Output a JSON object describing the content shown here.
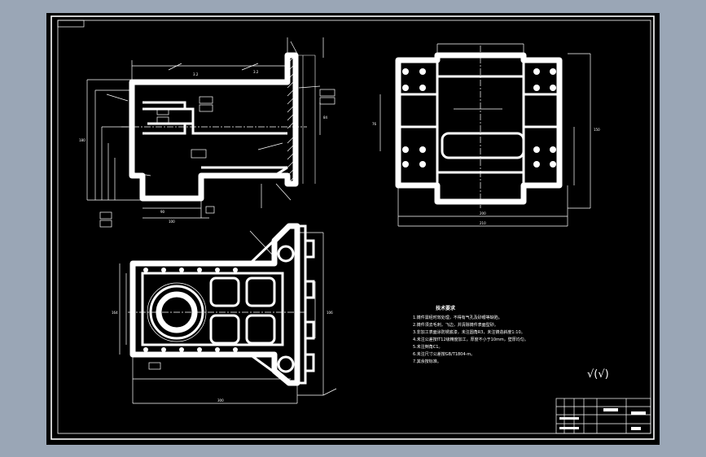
{
  "drawing": {
    "background": "#000000",
    "viewport_background": "#9aa6b6",
    "line_color": "#ffffff",
    "tech_requirements": {
      "title": "技术要求",
      "items": [
        "1.铸件需经时效处理，不得有气孔及砂眼等缺陷。",
        "2.铸件须去毛刺，飞边，并清除铸件表面型砂。",
        "3.非加工表面涂防锈底漆，未注圆角R3，未注铸造斜度1:10。",
        "4.未注公差按IT12级精度加工，厚度不小于10mm，壁厚均匀。",
        "5.未注倒角C1。",
        "6.未注尺寸公差按GB/T1804-m。",
        "7.其余按标准。"
      ]
    },
    "roughness_symbol": "√(√)"
  }
}
